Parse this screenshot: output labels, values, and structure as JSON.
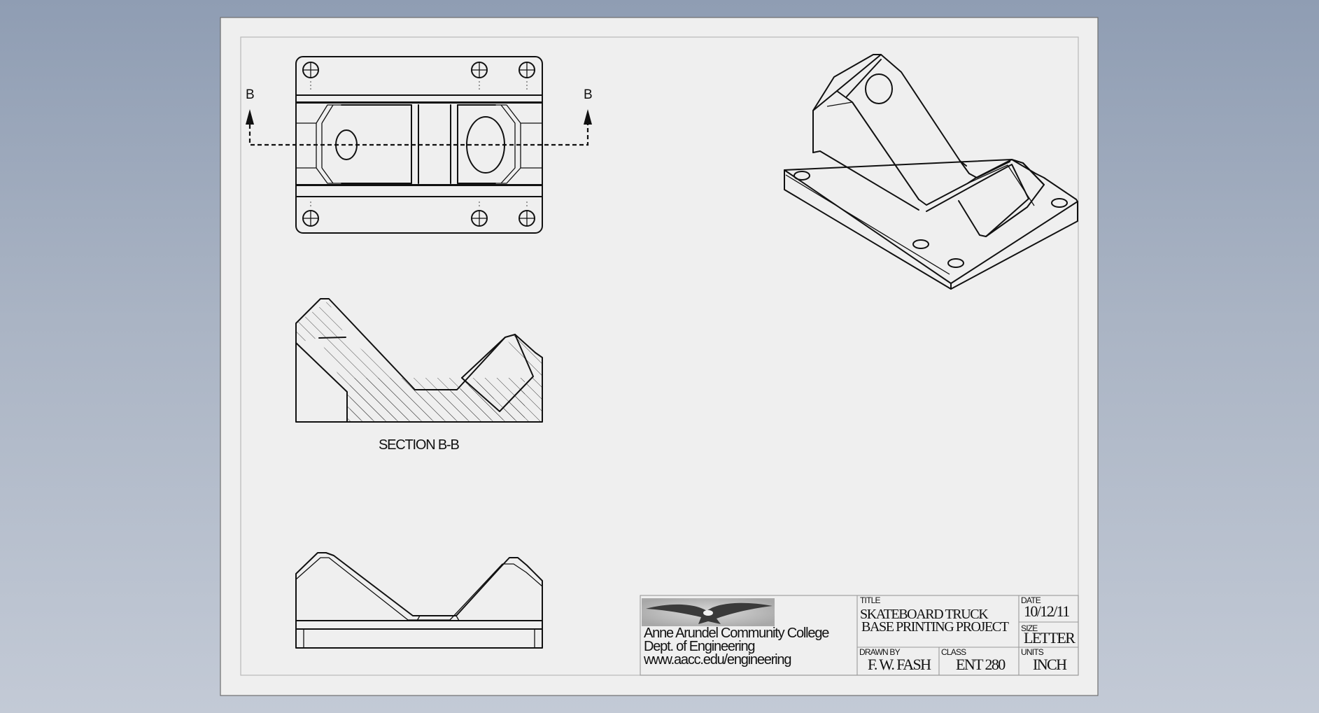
{
  "drawing": {
    "section_marker_left": "B",
    "section_marker_right": "B",
    "section_label": "SECTION B-B"
  },
  "title_block": {
    "school_line1": "Anne Arundel Community College",
    "school_line2": "Dept. of Engineering",
    "school_line3": "www.aacc.edu/engineering",
    "title_label": "TITLE",
    "title_line1": "SKATEBOARD TRUCK",
    "title_line2": "BASE PRINTING PROJECT",
    "date_label": "DATE",
    "date_value": "10/12/11",
    "size_label": "SIZE",
    "size_value": "LETTER",
    "drawn_by_label": "DRAWN BY",
    "drawn_by_value": "F. W. FASH",
    "class_label": "CLASS",
    "class_value": "ENT 280",
    "units_label": "UNITS",
    "units_value": "INCH"
  },
  "colors": {
    "background_top": "#8f9db3",
    "sheet": "#efefef",
    "line": "#111111"
  }
}
